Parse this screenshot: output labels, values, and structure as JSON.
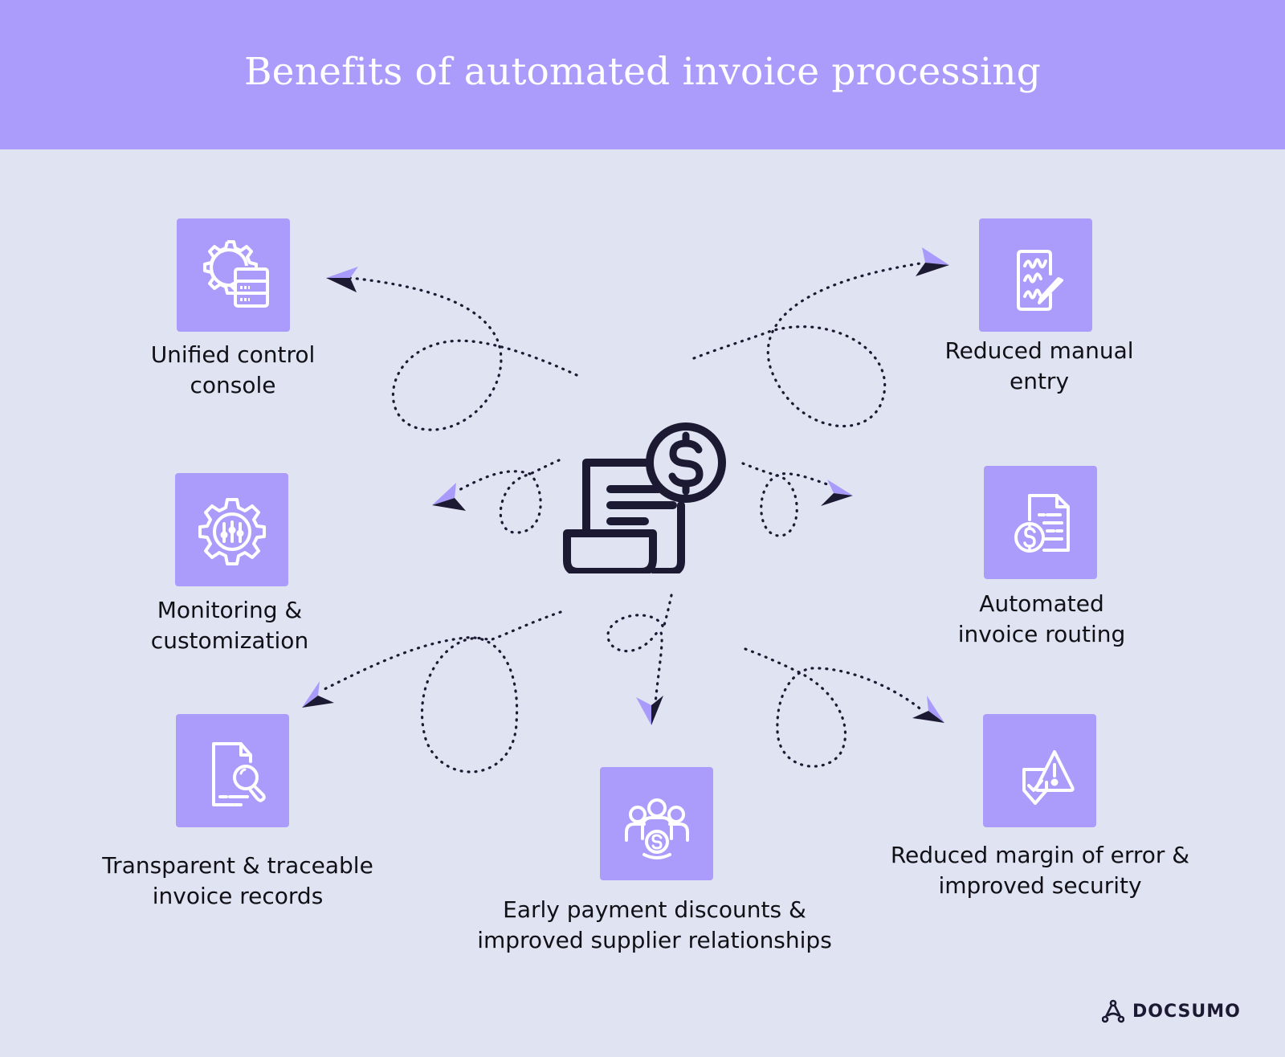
{
  "header": {
    "title": "Benefits of automated invoice processing"
  },
  "colors": {
    "header_bg": "#ab9cfc",
    "tile_bg": "#ab9cfc",
    "page_bg": "#dfe3f2",
    "ink": "#1c1a33",
    "arrow_light": "#a99bfb"
  },
  "center": {
    "icon": "invoice-dollar-icon"
  },
  "benefits": [
    {
      "id": "unified-control-console",
      "icon": "gear-server-icon",
      "line1": "Unified control",
      "line2": "console"
    },
    {
      "id": "reduced-manual-entry",
      "icon": "handwritten-document-pen-icon",
      "line1": "Reduced manual",
      "line2": "entry"
    },
    {
      "id": "monitoring-customization",
      "icon": "gear-sliders-icon",
      "line1": "Monitoring &",
      "line2": "customization"
    },
    {
      "id": "automated-invoice-routing",
      "icon": "document-dollar-icon",
      "line1": "Automated",
      "line2": "invoice routing"
    },
    {
      "id": "transparent-traceable-records",
      "icon": "document-magnifier-icon",
      "line1": "Transparent & traceable",
      "line2": "invoice records"
    },
    {
      "id": "early-payment-discounts",
      "icon": "group-dollar-icon",
      "line1": "Early payment discounts &",
      "line2": "improved supplier relationships"
    },
    {
      "id": "reduced-error-security",
      "icon": "shield-check-warning-icon",
      "line1": "Reduced margin of error &",
      "line2": "improved security"
    }
  ],
  "brand": {
    "name": "DOCSUMO",
    "icon": "docsumo-logo-icon"
  }
}
